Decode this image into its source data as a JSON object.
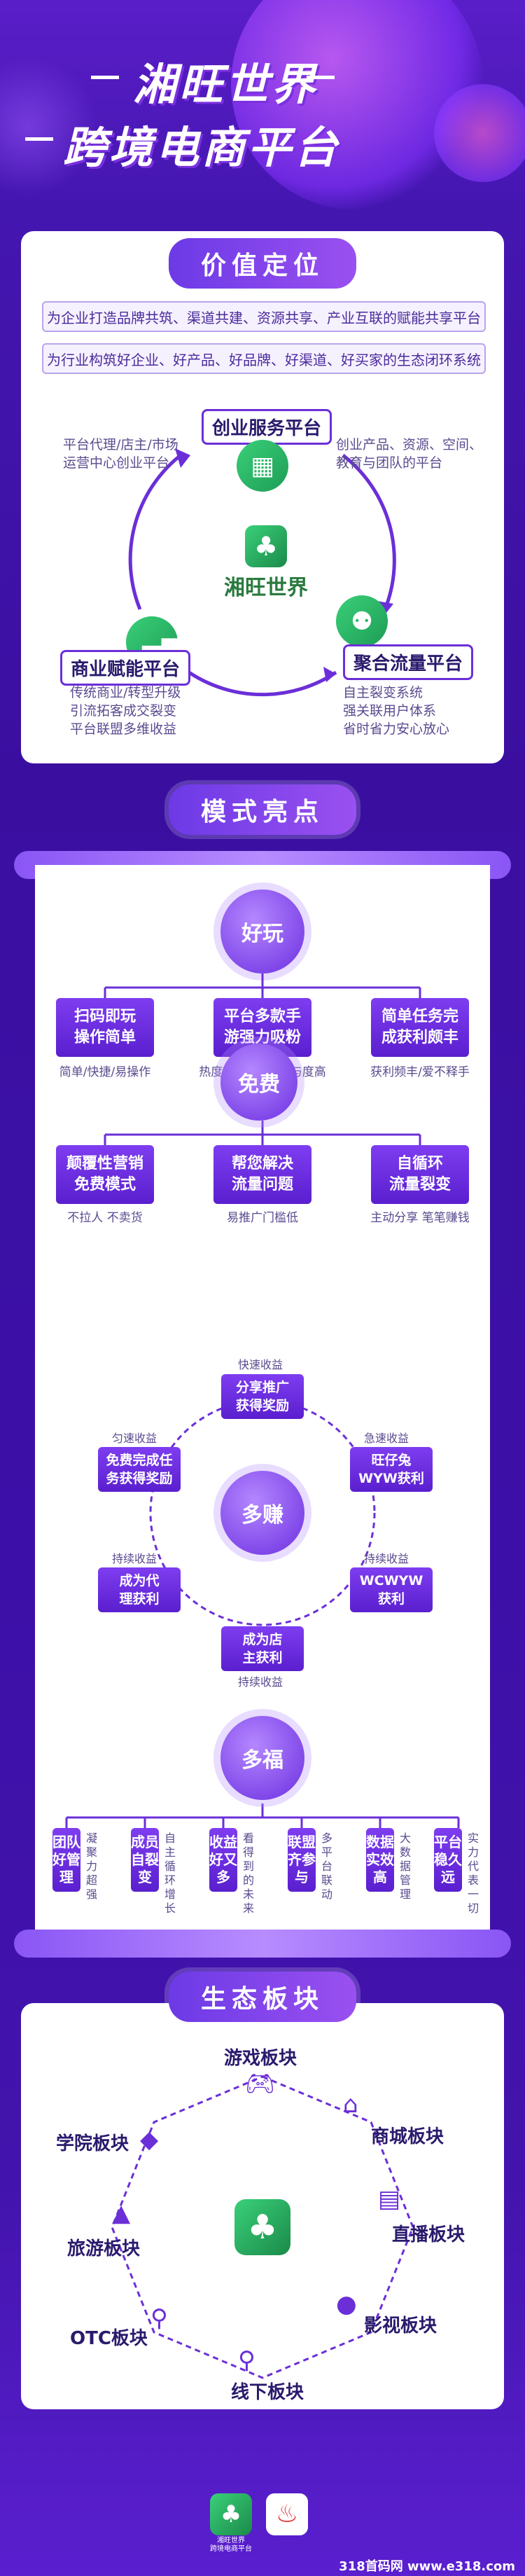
{
  "header": {
    "title_line1": "湘旺世界",
    "title_line2": "跨境电商平台"
  },
  "value_section": {
    "title": "价值定位",
    "banner1": "为企业打造品牌共筑、渠道共建、资源共享、产业互联的赋能共享平台",
    "banner2": "为行业构筑好企业、好产品、好品牌、好渠道、好买家的生态闭环系统",
    "center_logo": "湘旺世界",
    "platforms": [
      {
        "label": "创业服务平台",
        "icon": "grid-icon"
      },
      {
        "label": "商业赋能平台",
        "icon": "bar-chart-icon"
      },
      {
        "label": "聚合流量平台",
        "icon": "people-icon"
      }
    ],
    "desc_top_left": [
      "平台代理/店主/市场",
      "运营中心创业平台"
    ],
    "desc_top_right": [
      "创业产品、资源、空间、",
      "教育与团队的平台"
    ],
    "desc_bottom_left": [
      "传统商业/转型升级",
      "引流拓客成交裂变",
      "平台联盟多维收益"
    ],
    "desc_bottom_right": [
      "自主裂变系统",
      "强关联用户体系",
      "省时省力安心放心"
    ]
  },
  "mode_section": {
    "title": "模式亮点",
    "fun": {
      "label": "好玩",
      "items": [
        {
          "title": "扫码即玩\n操作简单",
          "sub": "简单/快捷/易操作"
        },
        {
          "title": "平台多款手\n游强力吸粉",
          "sub": "热度高/粘性高/参与度高"
        },
        {
          "title": "简单任务完\n成获利颇丰",
          "sub": "获利频丰/爱不释手"
        }
      ]
    },
    "free": {
      "label": "免费",
      "items": [
        {
          "title": "颠覆性营销\n免费模式",
          "sub": "不拉人 不卖货"
        },
        {
          "title": "帮您解决\n流量问题",
          "sub": "易推广门槛低"
        },
        {
          "title": "自循环\n流量裂变",
          "sub": "主动分享 笔笔赚钱"
        }
      ]
    },
    "earn": {
      "label": "多赚",
      "nodes": [
        {
          "tag": "快速收益",
          "box": "分享推广\n获得奖励"
        },
        {
          "tag": "急速收益",
          "box": "旺仔兔\nWYW获利"
        },
        {
          "tag": "持续收益",
          "box": "WCWYW\n获利"
        },
        {
          "tag": "持续收益",
          "box": "成为店\n主获利"
        },
        {
          "tag": "持续收益",
          "box": "成为代\n理获利"
        },
        {
          "tag": "匀速收益",
          "box": "免费完成任\n务获得奖励"
        }
      ]
    },
    "blessing": {
      "label": "多福",
      "items": [
        {
          "title": "团队好管理",
          "sub": "凝聚力超强"
        },
        {
          "title": "成员自裂变",
          "sub": "自主循环增长"
        },
        {
          "title": "收益好又多",
          "sub": "看得到的未来"
        },
        {
          "title": "联盟齐参与",
          "sub": "多平台联动"
        },
        {
          "title": "数据实效高",
          "sub": "大数据管理"
        },
        {
          "title": "平台稳久远",
          "sub": "实力代表一切"
        }
      ]
    }
  },
  "eco_section": {
    "title": "生态板块",
    "nodes": [
      {
        "label": "游戏板块",
        "icon": "gamepad-icon"
      },
      {
        "label": "商城板块",
        "icon": "house-icon"
      },
      {
        "label": "直播板块",
        "icon": "clapper-icon"
      },
      {
        "label": "影视板块",
        "icon": "camera-icon"
      },
      {
        "label": "线下板块",
        "icon": "pin-icon"
      },
      {
        "label": "OTC板块",
        "icon": "magnifier-icon"
      },
      {
        "label": "旅游板块",
        "icon": "tent-icon"
      },
      {
        "label": "学院板块",
        "icon": "graduation-icon"
      }
    ]
  },
  "footer": {
    "logo1_text": "湘旺世界\n跨境电商平台",
    "watermark": "318首码网  www.e318.com"
  },
  "colors": {
    "primary": "#6b2fd8",
    "accent_green": "#2db866",
    "bg": "#3b0f9c"
  }
}
